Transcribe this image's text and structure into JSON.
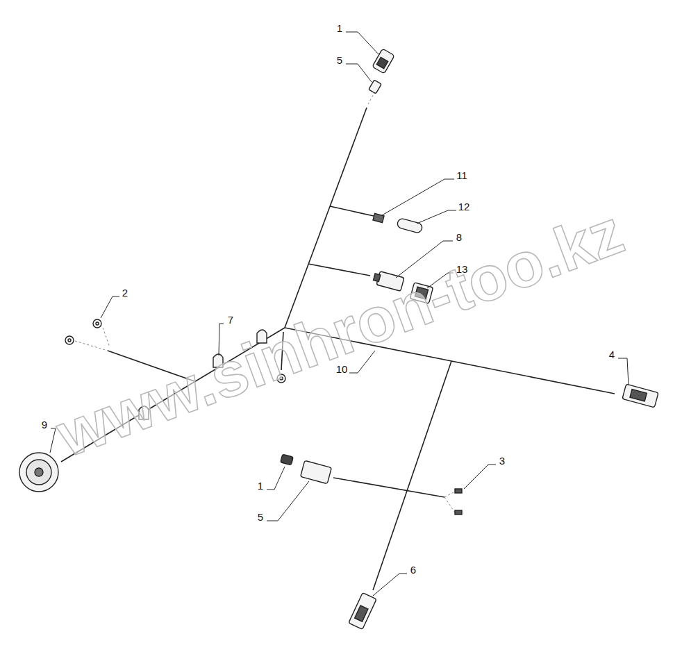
{
  "diagram": {
    "labels": [
      "1",
      "5",
      "11",
      "12",
      "8",
      "13",
      "2",
      "7",
      "10",
      "4",
      "9",
      "1",
      "5",
      "3",
      "6",
      "www.sinhron-too.kz"
    ]
  }
}
